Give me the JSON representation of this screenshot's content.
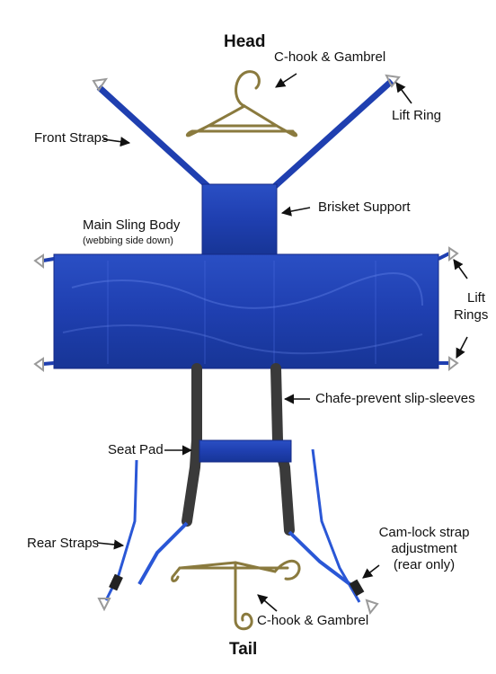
{
  "colors": {
    "sling_blue": "#1f3fb0",
    "sling_blue_dark": "#142a86",
    "strap_blue": "#2a57d6",
    "sleeve_gray": "#3a3a3a",
    "hook_metal": "#8a7a3e",
    "ring_metal": "#9a9a9a"
  },
  "labels": {
    "head": "Head",
    "tail": "Tail",
    "c_hook_top": "C-hook & Gambrel",
    "lift_ring": "Lift Ring",
    "front_straps": "Front Straps",
    "brisket_support": "Brisket Support",
    "main_sling_body": "Main Sling Body",
    "main_sling_body_note": "(webbing side down)",
    "lift_rings_line1": "Lift",
    "lift_rings_line2": "Rings",
    "chafe_sleeves": "Chafe-prevent slip-sleeves",
    "seat_pad": "Seat Pad",
    "rear_straps": "Rear Straps",
    "cam_lock_line1": "Cam-lock strap",
    "cam_lock_line2": "adjustment",
    "cam_lock_line3": "(rear only)",
    "c_hook_bottom": "C-hook & Gambrel"
  },
  "icons": {
    "top_hook": "c-hook-gambrel-icon",
    "bottom_hook": "c-hook-gambrel-icon",
    "ring": "d-ring-icon",
    "arrow": "arrow-icon"
  }
}
